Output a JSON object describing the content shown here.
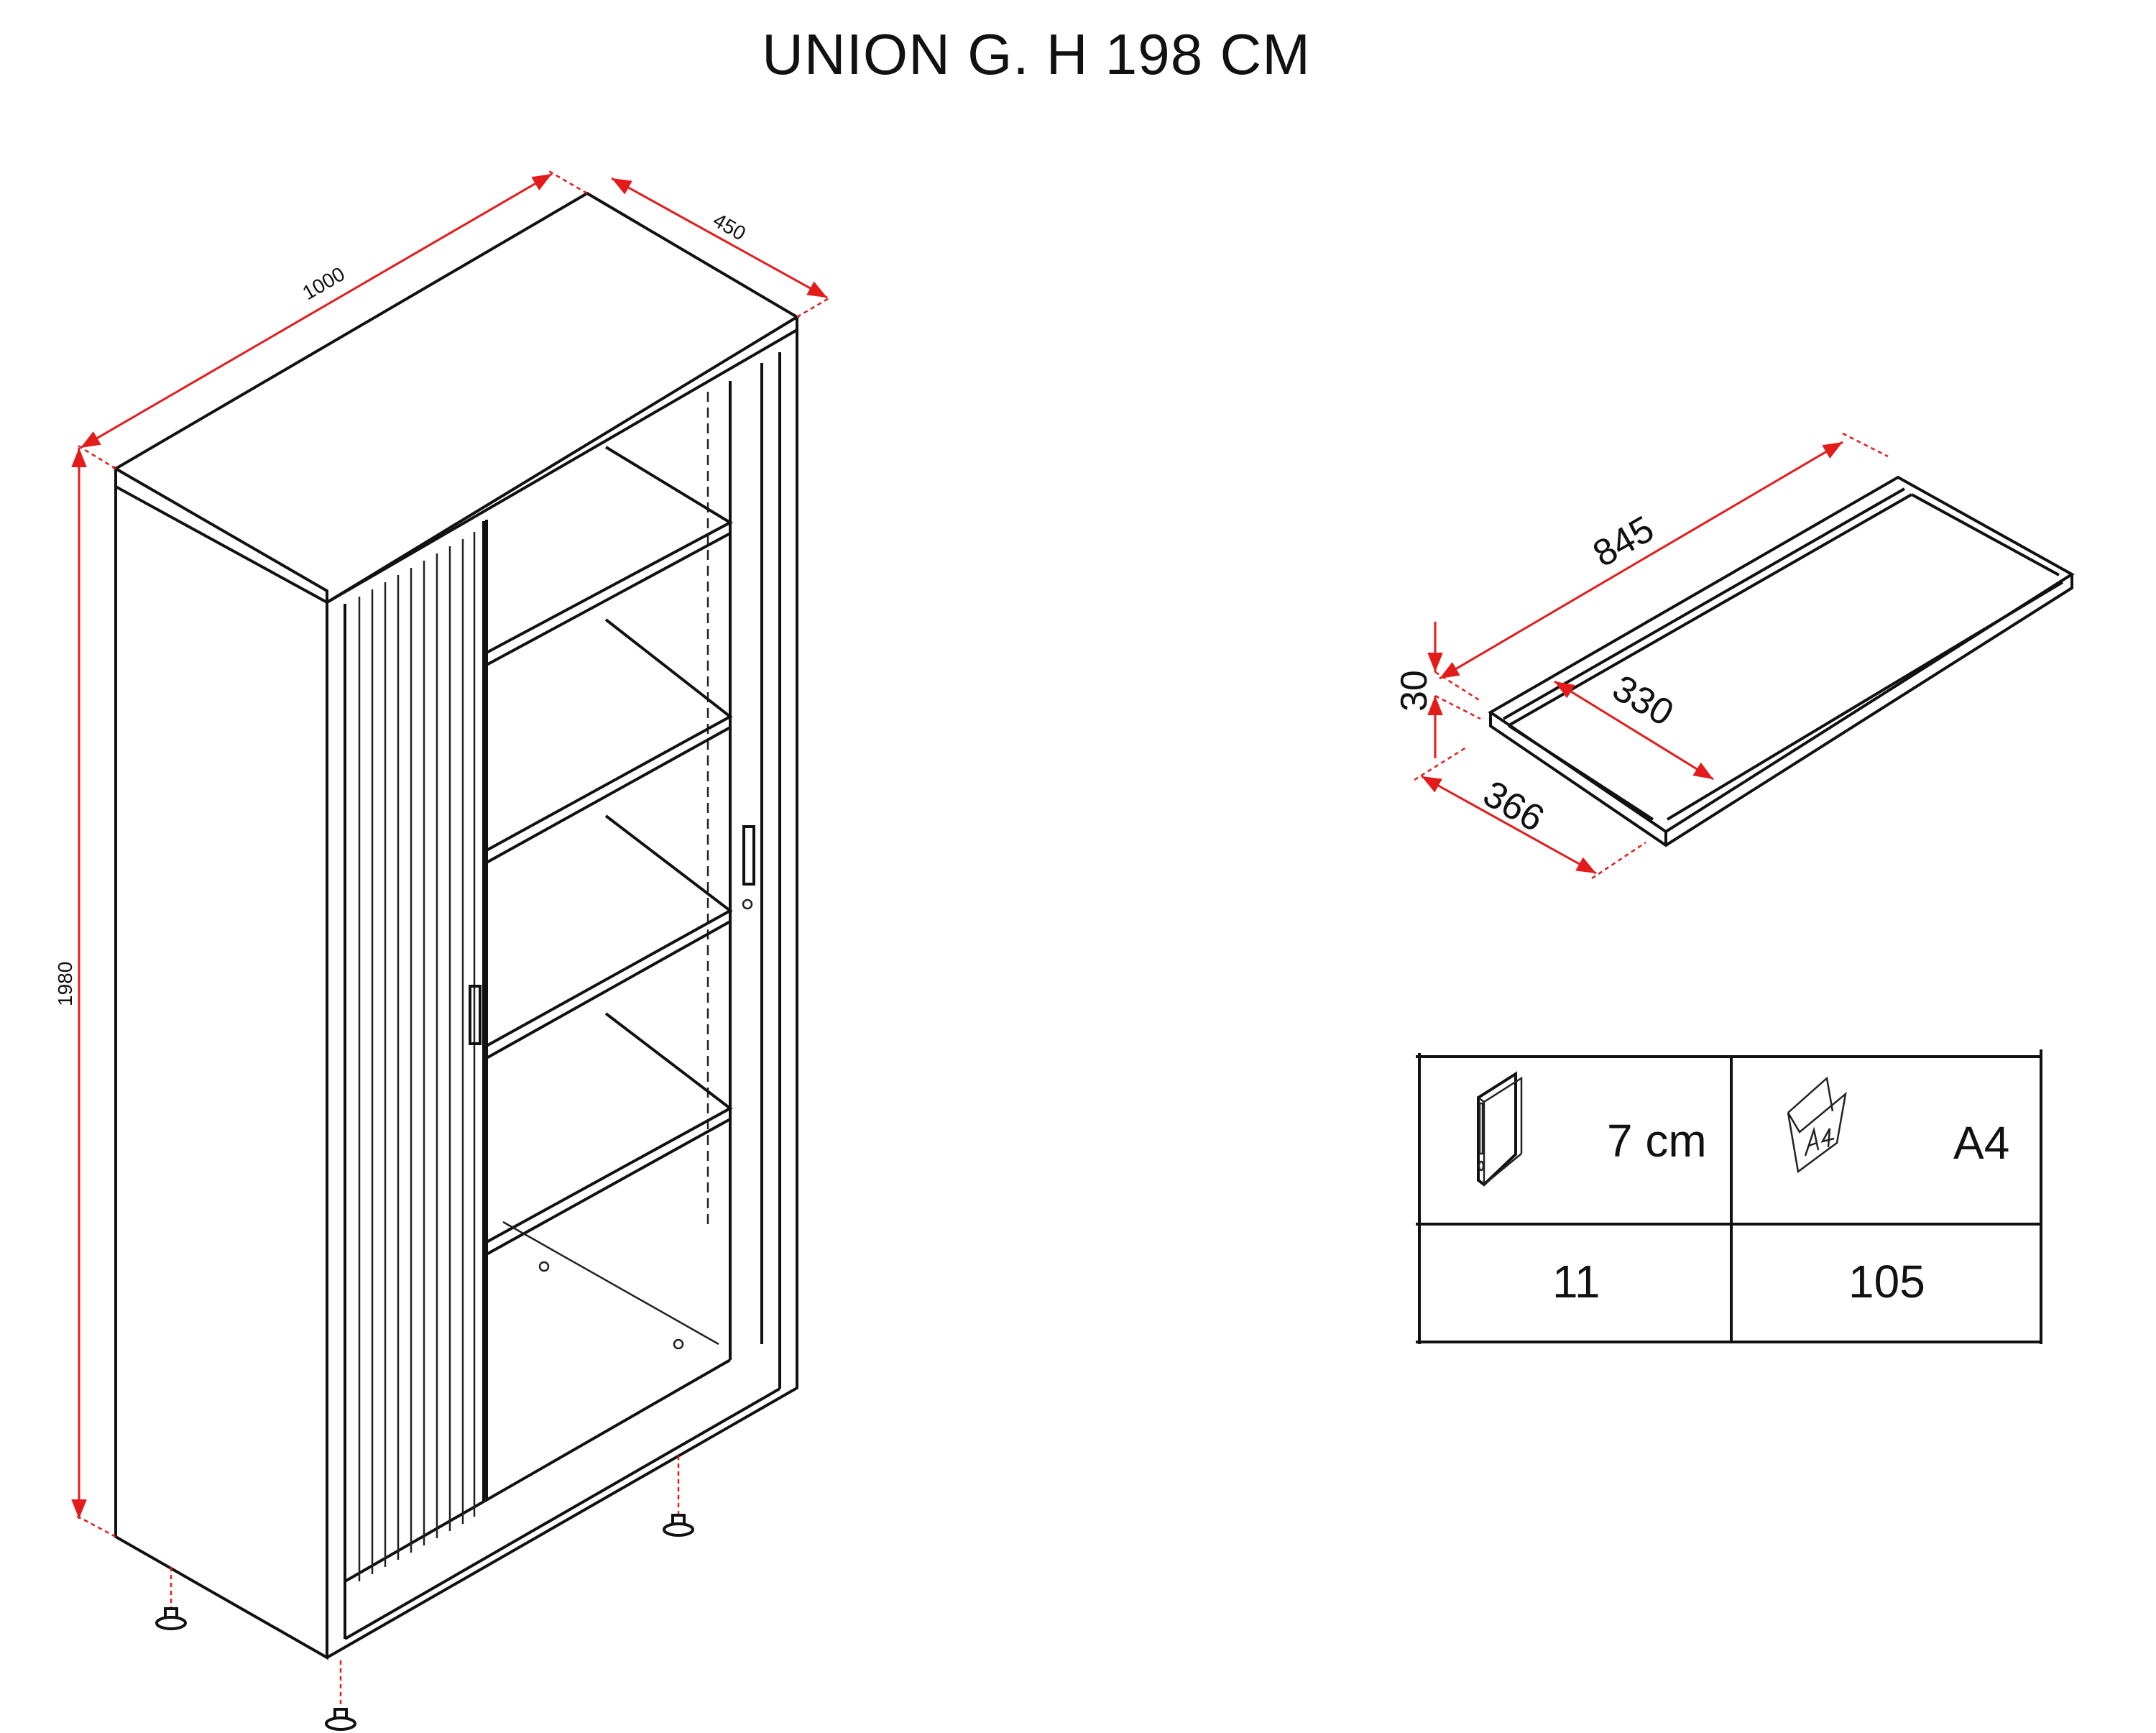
{
  "title": "UNION G. H 198 CM",
  "cabinet": {
    "dimensions": {
      "width": "1000",
      "depth": "450",
      "height": "1980"
    }
  },
  "shelf": {
    "dimensions": {
      "length": "845",
      "thickness": "30",
      "inner_depth": "330",
      "depth": "366"
    }
  },
  "capacity_table": {
    "headers": [
      {
        "icon": "binder-icon",
        "label": "7 cm"
      },
      {
        "icon": "hanging-folder-icon",
        "label": "A4"
      }
    ],
    "values": [
      "11",
      "105"
    ]
  },
  "colors": {
    "dimension": "#e41b1b",
    "line": "#111111"
  }
}
